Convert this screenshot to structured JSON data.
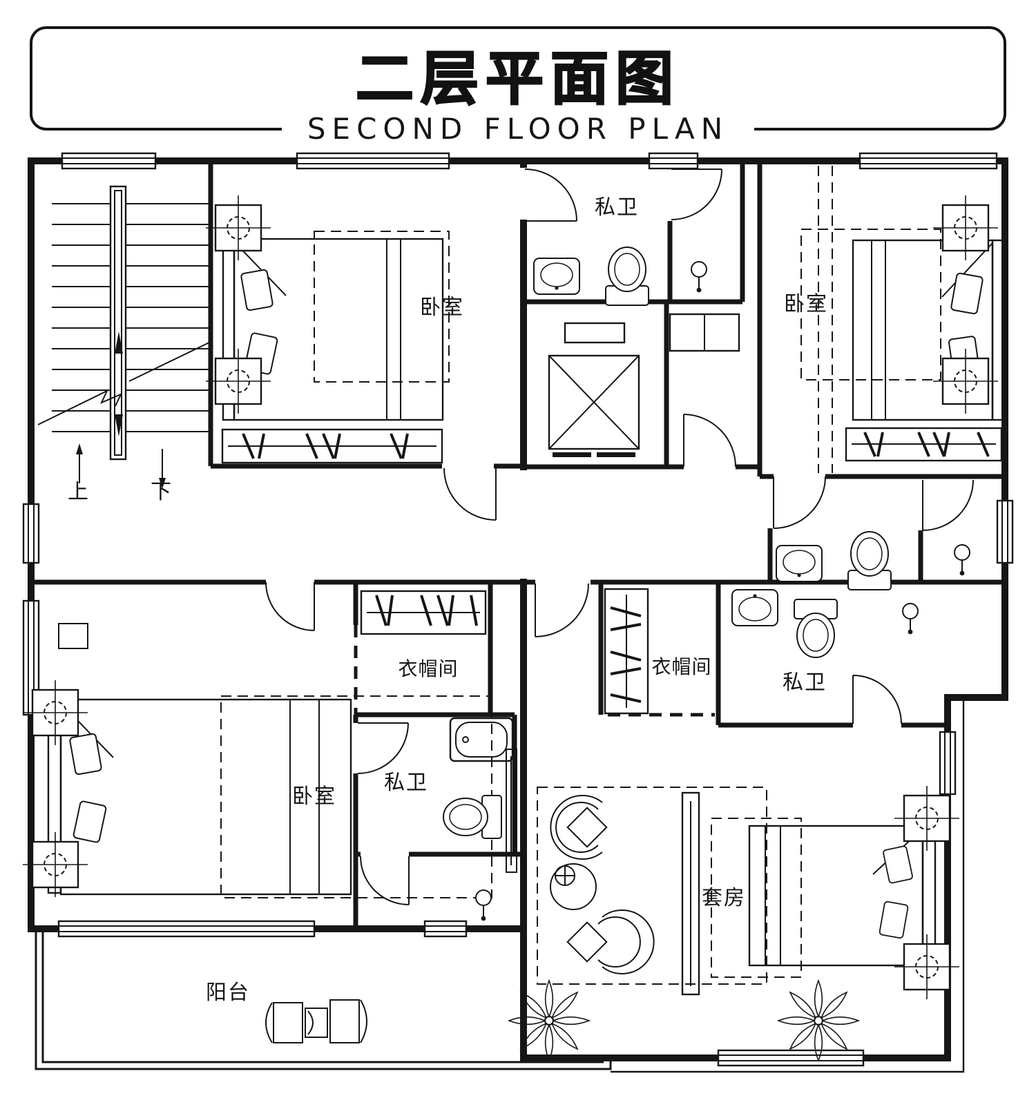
{
  "title": {
    "cn": "二层平面图",
    "en": "SECOND FLOOR PLAN"
  },
  "rooms": {
    "bath_top": "私卫",
    "bedroom_top_left": "卧室",
    "bedroom_top_right": "卧室",
    "closet_center": "衣帽间",
    "closet_right": "衣帽间",
    "bath_center": "私卫",
    "bath_right": "私卫",
    "bedroom_bottom_left": "卧室",
    "suite": "套房",
    "balcony": "阳台"
  },
  "stairs": {
    "up": "上",
    "down": "下"
  },
  "colors": {
    "ink": "#161616",
    "paper": "#ffffff"
  }
}
